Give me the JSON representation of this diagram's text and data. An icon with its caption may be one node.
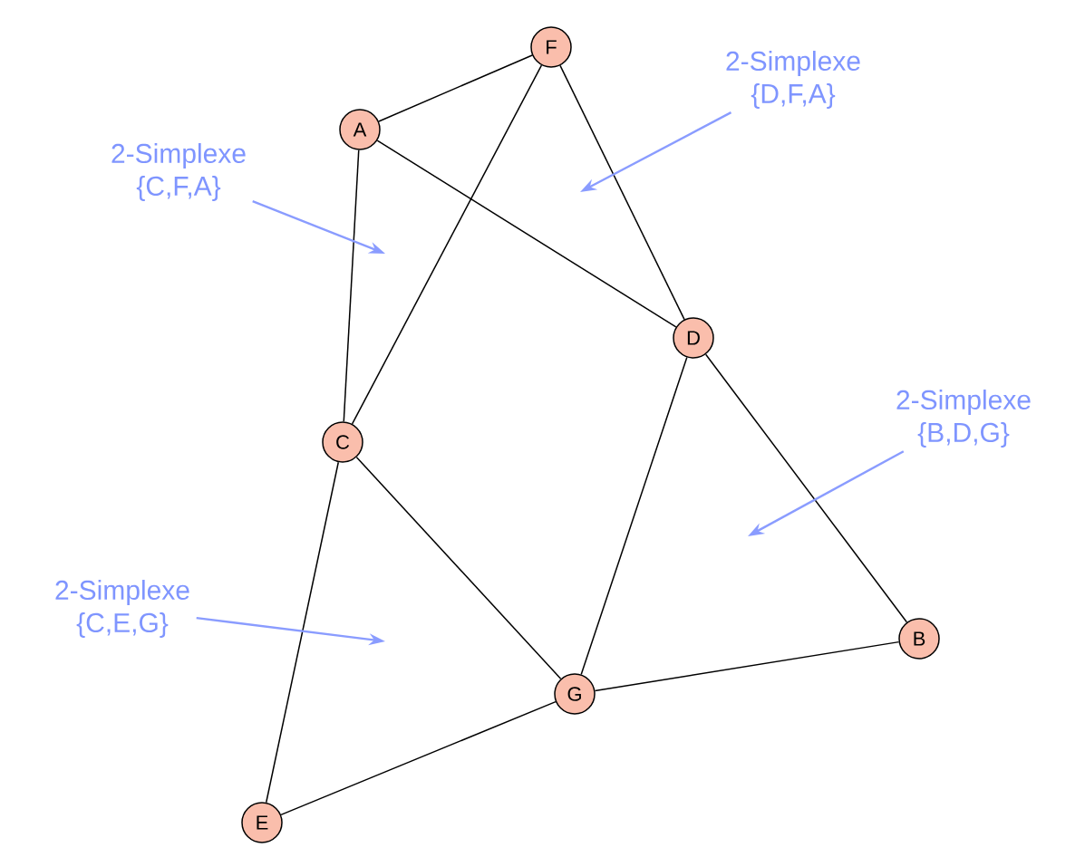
{
  "diagram": {
    "nodes": [
      {
        "text": [
          "F"
        ]
      },
      {
        "text": [
          "2-Simplexe {D,F,A}"
        ]
      },
      {
        "text": [
          "A"
        ]
      },
      {
        "text": [
          "2-Simplexe {C,F,A}"
        ]
      },
      {
        "text": [
          "D"
        ]
      },
      {
        "text": [
          "2-Simplexe {B,D,G}"
        ]
      },
      {
        "text": [
          "C"
        ]
      },
      {
        "text": [
          "2-Simplexe {C,E,G}"
        ]
      },
      {
        "text": [
          "B"
        ]
      },
      {
        "text": [
          "G"
        ]
      },
      {
        "text": [
          "E"
        ]
      }
    ],
    "edges": [
      {
        "from": 2,
        "to": 0,
        "arrow": "none"
      },
      {
        "from": 0,
        "to": 6,
        "arrow": "none"
      },
      {
        "from": 0,
        "to": 4,
        "arrow": "none"
      },
      {
        "from": 2,
        "to": 6,
        "arrow": "none"
      },
      {
        "from": 2,
        "to": 4,
        "arrow": "none"
      },
      {
        "from": 6,
        "to": 9,
        "arrow": "none"
      },
      {
        "from": 6,
        "to": 10,
        "arrow": "none"
      },
      {
        "from": 4,
        "to": 9,
        "arrow": "none"
      },
      {
        "from": 4,
        "to": 8,
        "arrow": "none"
      },
      {
        "from": 9,
        "to": 8,
        "arrow": "none"
      },
      {
        "from": 10,
        "to": 9,
        "arrow": "none"
      },
      {
        "from": 1,
        "to": null,
        "arrow": "to",
        "color": "#8a9cff"
      },
      {
        "from": 3,
        "to": null,
        "arrow": "to",
        "color": "#8a9cff"
      },
      {
        "from": 5,
        "to": null,
        "arrow": "to",
        "color": "#8a9cff"
      },
      {
        "from": 7,
        "to": null,
        "arrow": "to",
        "color": "#8a9cff"
      }
    ]
  }
}
